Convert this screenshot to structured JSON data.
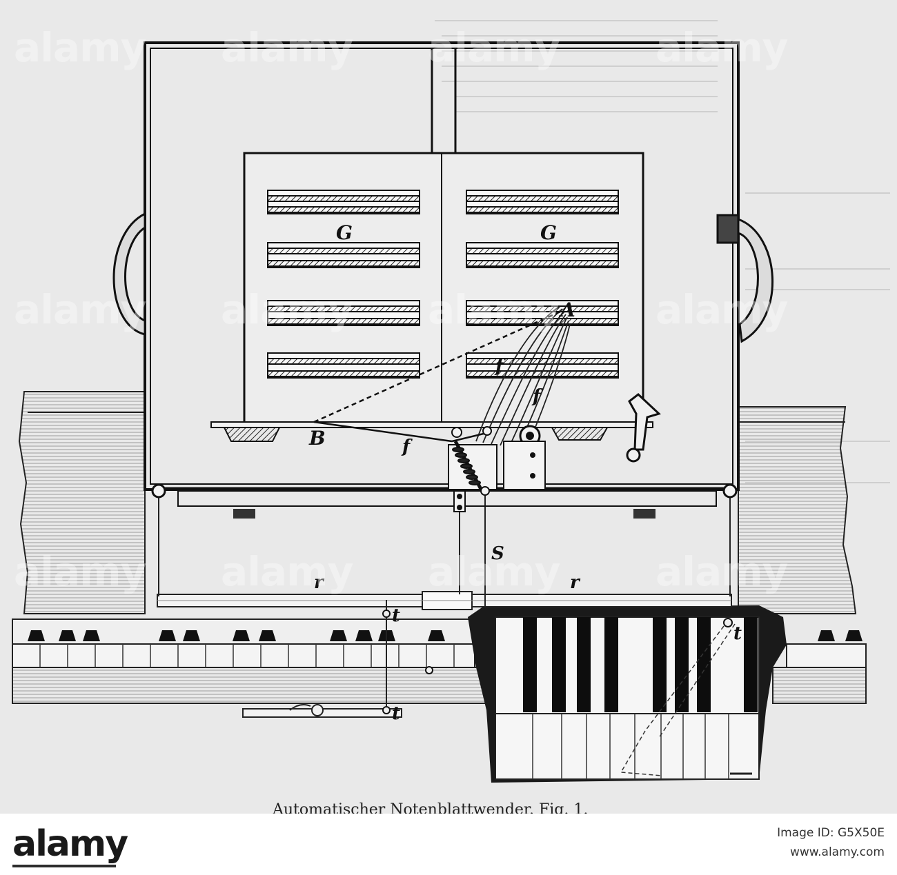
{
  "figure": {
    "caption": "Automatischer Notenblattwender. Fig. 1.",
    "labels": {
      "g_left": "G",
      "g_right": "G",
      "a": "A",
      "b": "B",
      "f1": "f",
      "f2": "f",
      "f3": "f",
      "s": "S",
      "r_left": "r",
      "r_right": "r",
      "t1": "t",
      "t2": "t",
      "t3": "t"
    }
  },
  "watermark": {
    "text": "alamy"
  },
  "footer": {
    "brand": "alamy",
    "image_id": "Image ID: G5X50E",
    "site": "www.alamy.com"
  },
  "colors": {
    "paper": "#e9e9e9",
    "ink": "#111111",
    "footer_bg": "#ffffff"
  }
}
